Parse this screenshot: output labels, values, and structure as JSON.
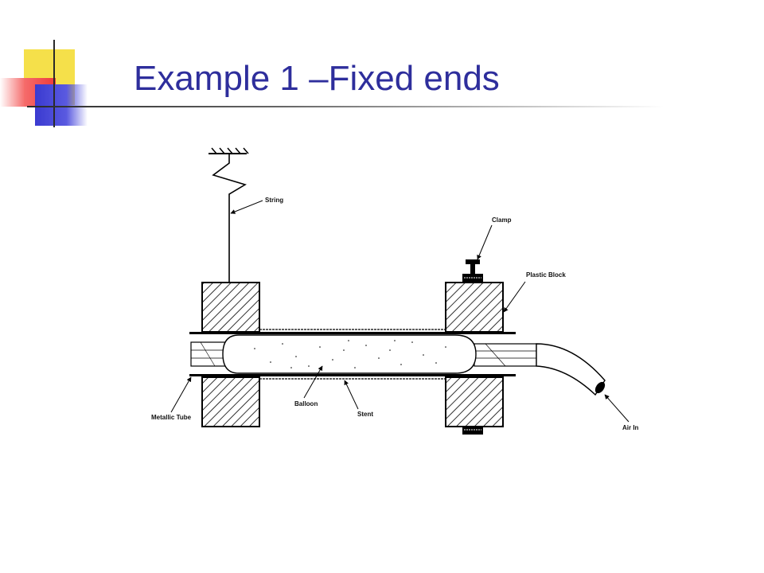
{
  "slide": {
    "title": "Example 1 –Fixed ends"
  },
  "diagram": {
    "labels": {
      "string": "String",
      "clamp": "Clamp",
      "plastic_block": "Plastic Block",
      "balloon": "Balloon",
      "stent": "Stent",
      "metallic_tube": "Metallic Tube",
      "air_in": "Air In"
    }
  },
  "colors": {
    "title": "#2e2e9c",
    "accent_yellow": "#f5e04a",
    "accent_red": "#ee3a3a",
    "accent_blue": "#3a3ad0"
  }
}
